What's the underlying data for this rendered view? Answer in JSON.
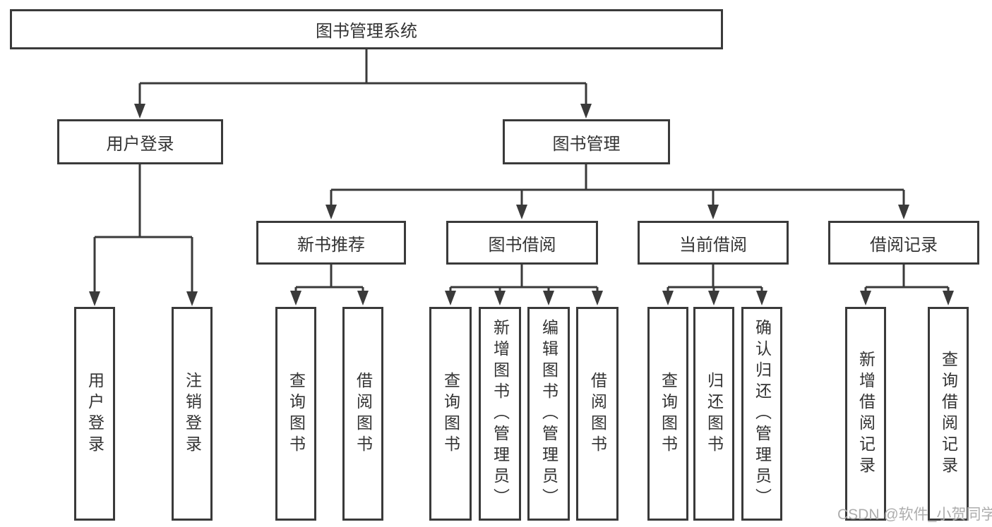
{
  "diagram": {
    "title": "图书管理系统",
    "branches": [
      {
        "label": "用户登录",
        "children": [
          "用户登录",
          "注销登录"
        ]
      },
      {
        "label": "图书管理",
        "modules": [
          {
            "label": "新书推荐",
            "children": [
              "查询图书",
              "借阅图书"
            ]
          },
          {
            "label": "图书借阅",
            "children": [
              "查询图书",
              "新增图书（管理员）",
              "编辑图书（管理员）",
              "借阅图书"
            ]
          },
          {
            "label": "当前借阅",
            "children": [
              "查询图书",
              "归还图书",
              "确认归还（管理员）"
            ]
          },
          {
            "label": "借阅记录",
            "children": [
              "新增借阅记录",
              "查询借阅记录"
            ]
          }
        ]
      }
    ],
    "watermark": "CSDN @软件_小贺同学"
  },
  "colors": {
    "line": "#3a3a3a",
    "text": "#333333",
    "box_bg": "#ffffff",
    "background": "#ffffff",
    "watermark": "#adadad"
  }
}
